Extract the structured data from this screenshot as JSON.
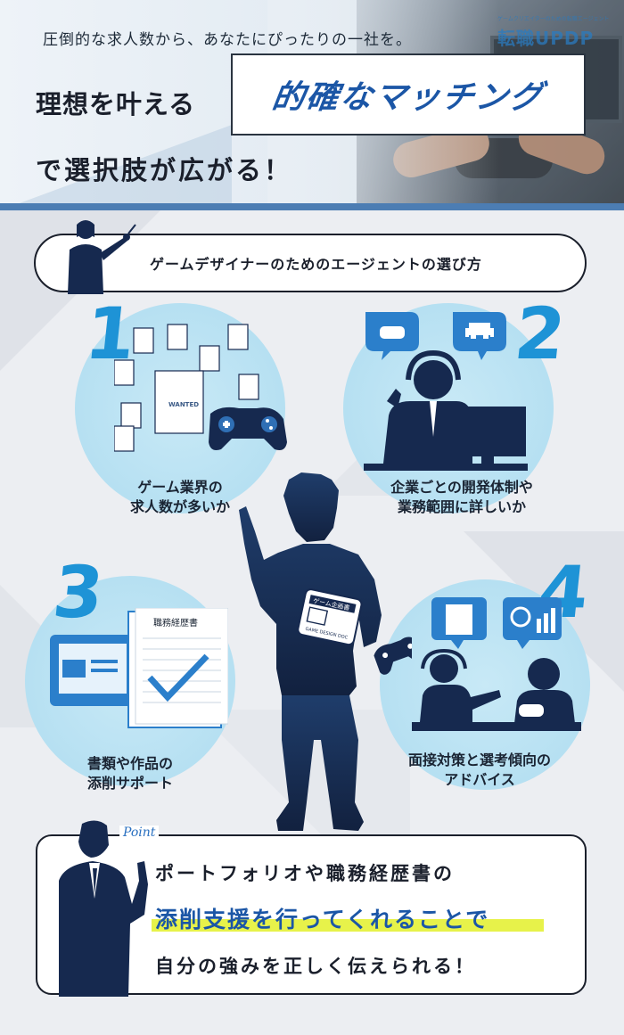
{
  "hero": {
    "subtitle": "圧倒的な求人数から、あなたにぴったりの一社を。",
    "line1": "理想を叶える",
    "highlight": "的確なマッチング",
    "line2": "で選択肢が広がる！",
    "logo": "転職UPDP",
    "logo_sub": "ゲームクリエイターのための転職エージェント"
  },
  "section": {
    "heading": "ゲームデザイナーのためのエージェントの選び方"
  },
  "points": [
    {
      "num": "1",
      "label_1": "ゲーム業界の",
      "label_2": "求人数が多いか"
    },
    {
      "num": "2",
      "label_1": "企業ごとの開発体制や",
      "label_2": "業務範囲に詳しいか"
    },
    {
      "num": "3",
      "label_1": "書類や作品の",
      "label_2": "添削サポート"
    },
    {
      "num": "4",
      "label_1": "面接対策と選考傾向の",
      "label_2": "アドバイス"
    }
  ],
  "illustrations": {
    "wanted": "WANTED",
    "resume_title": "職務経歴書",
    "doc_title": "ゲーム企画書",
    "doc_subtitle": "GAME DESIGN DOC"
  },
  "point_box": {
    "tag": "Point",
    "line1": "ポートフォリオや職務経歴書の",
    "line2": "添削支援を行ってくれることで",
    "line3": "自分の強みを正しく伝えられる！"
  },
  "colors": {
    "accent_blue": "#1e93d6",
    "navy": "#16294f",
    "highlight_yellow": "#e7f24a",
    "circle_blue": "#b6e0f2"
  }
}
